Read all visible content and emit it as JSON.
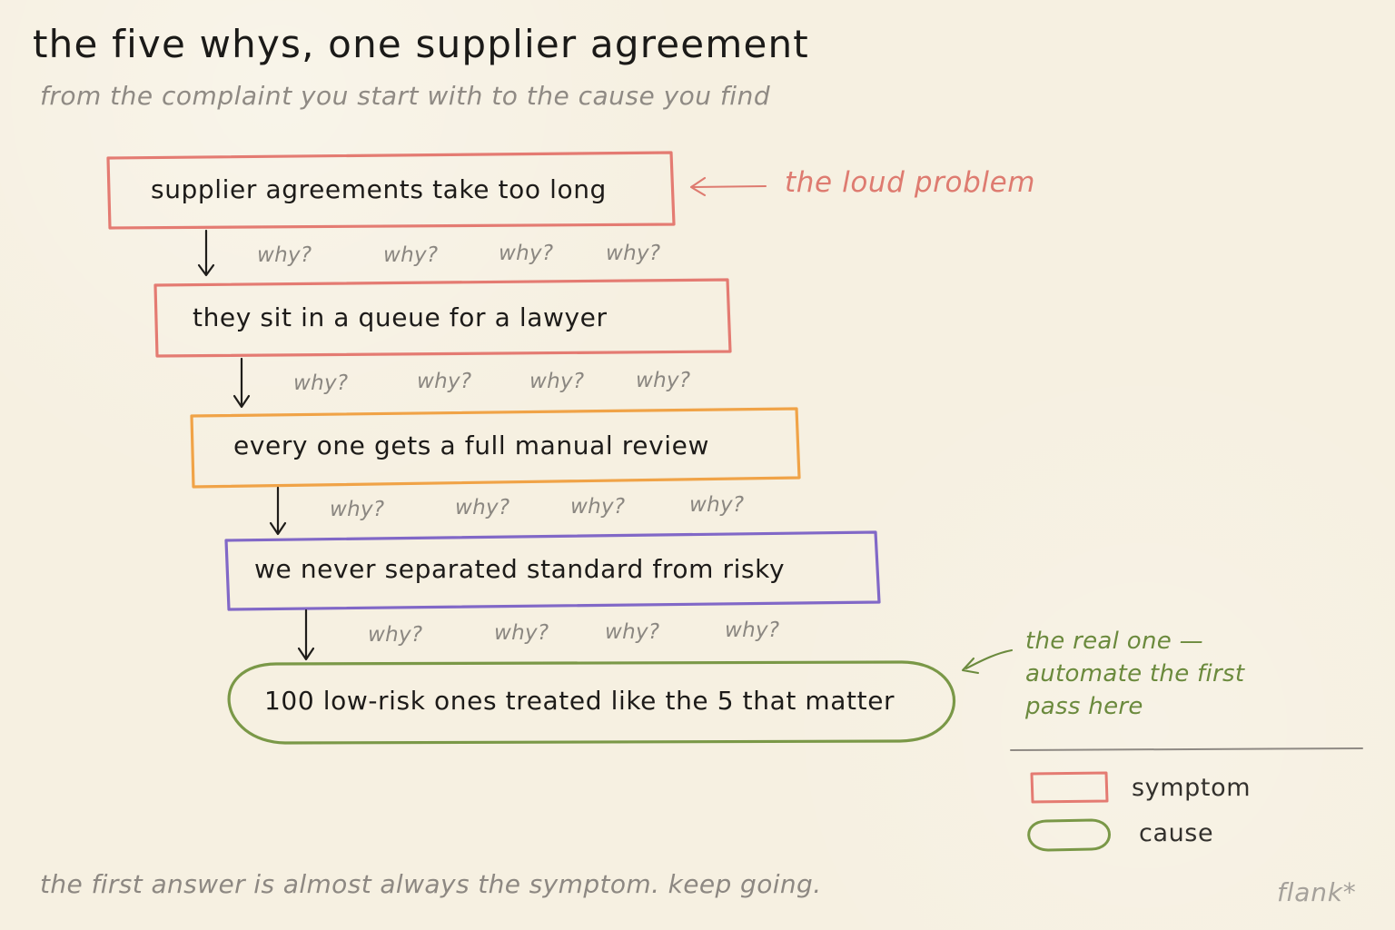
{
  "title": "the five whys, one supplier agreement",
  "subtitle": "from the complaint you start with to the cause you find",
  "diagram": {
    "nodes": [
      {
        "label": "supplier agreements take too long",
        "kind": "symptom",
        "color": "#e47b72"
      },
      {
        "label": "they sit in a queue for a lawyer",
        "kind": "symptom",
        "color": "#e47b72"
      },
      {
        "label": "every one gets a full manual review",
        "kind": "symptom",
        "color": "#f0a347"
      },
      {
        "label": "we never separated standard from risky",
        "kind": "symptom",
        "color": "#8168c7"
      },
      {
        "label": "100 low-risk ones treated like the 5 that matter",
        "kind": "cause",
        "color": "#7a9847"
      }
    ],
    "why_rows": [
      [
        "why?",
        "why?",
        "why?",
        "why?"
      ],
      [
        "why?",
        "why?",
        "why?",
        "why?"
      ],
      [
        "why?",
        "why?",
        "why?",
        "why?"
      ],
      [
        "why?",
        "why?",
        "why?",
        "why?"
      ]
    ]
  },
  "annotations": {
    "loud_problem": "the loud problem",
    "real_cause": {
      "line_1": "the real one —",
      "line_2": "automate the first",
      "line_3": "pass here"
    }
  },
  "legend": {
    "symptom": "symptom",
    "cause": "cause",
    "colors": {
      "symptom": "#e47b72",
      "cause": "#7a9847",
      "divider": "#8f8a84"
    }
  },
  "footer": "the first answer is almost always the symptom. keep going.",
  "brand": "flank*",
  "colors": {
    "background": "#f6f0e1",
    "arrow": "#1f1d1a",
    "why_text": "#8b8781",
    "red_annotation": "#de7b70",
    "green_annotation": "#6b8a3d"
  }
}
